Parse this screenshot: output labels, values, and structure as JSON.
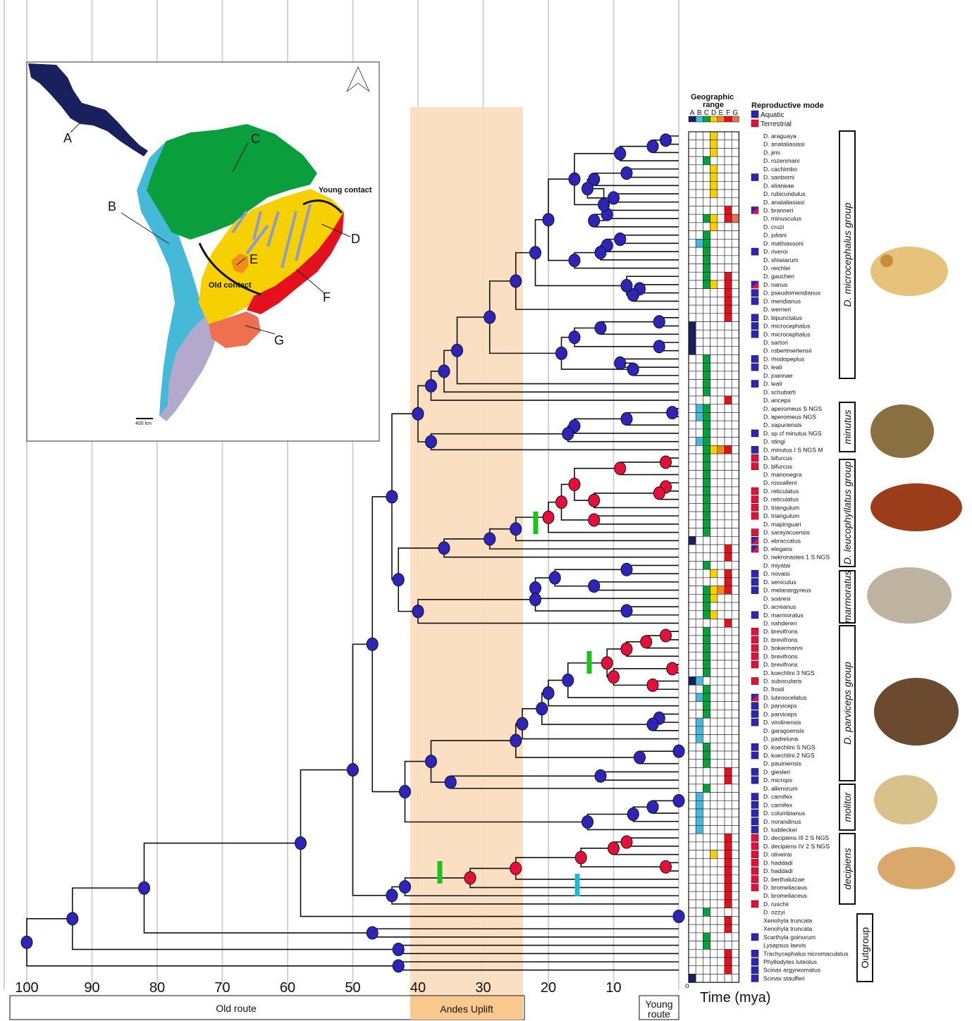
{
  "time_axis": {
    "ticks": [
      "100",
      "90",
      "80",
      "70",
      "60",
      "50",
      "40",
      "30",
      "20",
      "10",
      "0"
    ],
    "title": "Time (mya)"
  },
  "periods": {
    "old_route": "Old route",
    "andes": "Andes Uplift",
    "young_route": "Young route"
  },
  "map": {
    "regions": [
      "A",
      "B",
      "C",
      "D",
      "E",
      "F",
      "G"
    ],
    "young_contact": "Young contact",
    "old_contact": "Old contact",
    "scale": "400 km",
    "colors": {
      "A": "#1a1f5e",
      "B": "#46b8d8",
      "C": "#0a9e3c",
      "D": "#f7d000",
      "E": "#f08c1c",
      "F": "#e3101e",
      "G": "#ef7050",
      "H": "#b3a9cd"
    }
  },
  "legend": {
    "geo_title": "Geographic range",
    "geo_letters": [
      "A",
      "B",
      "C",
      "D",
      "E",
      "F",
      "G"
    ],
    "repro_title": "Reproductive mode",
    "aquatic": "Aquatic",
    "terrestrial": "Terrestrial",
    "aquatic_color": "#2f24b8",
    "terrestrial_color": "#e4103a"
  },
  "clades": [
    {
      "name": "D. microcephalus group"
    },
    {
      "name": "minutus"
    },
    {
      "name": "D. leucophyllatus group"
    },
    {
      "name": "marmoratus"
    },
    {
      "name": "D. parviceps group"
    },
    {
      "name": "molitor"
    },
    {
      "name": "decipiens"
    },
    {
      "name": "Outgroup"
    }
  ],
  "taxa": [
    {
      "name": "D. araguaya",
      "geo": "D",
      "rep": ""
    },
    {
      "name": "D. anataliasiasi",
      "geo": "D",
      "rep": ""
    },
    {
      "name": "D. jimi",
      "geo": "D",
      "rep": ""
    },
    {
      "name": "D. rozenmani",
      "geo": "C",
      "rep": ""
    },
    {
      "name": "D. cachimbo",
      "geo": "D",
      "rep": ""
    },
    {
      "name": "D. sanborni",
      "geo": "D",
      "rep": "aq"
    },
    {
      "name": "D. elianeae",
      "geo": "D",
      "rep": ""
    },
    {
      "name": "D. rubicundulus",
      "geo": "D",
      "rep": ""
    },
    {
      "name": "D. anataliasiasi",
      "geo": "",
      "rep": ""
    },
    {
      "name": "D. branneri",
      "geo": "F",
      "rep": "both"
    },
    {
      "name": "D. minusculus",
      "geo": "CDFG",
      "rep": ""
    },
    {
      "name": "D. cruzi",
      "geo": "D",
      "rep": ""
    },
    {
      "name": "D. juliani",
      "geo": "C",
      "rep": ""
    },
    {
      "name": "D. mathiassoni",
      "geo": "BC",
      "rep": ""
    },
    {
      "name": "D. riveroi",
      "geo": "C",
      "rep": "aq"
    },
    {
      "name": "D. shiwiarum",
      "geo": "C",
      "rep": ""
    },
    {
      "name": "D. reichlei",
      "geo": "C",
      "rep": ""
    },
    {
      "name": "D. gaucheri",
      "geo": "CF",
      "rep": ""
    },
    {
      "name": "D. nanus",
      "geo": "CDF",
      "rep": "both"
    },
    {
      "name": "D. pseudomeridianus",
      "geo": "F",
      "rep": "aq"
    },
    {
      "name": "D. meridianus",
      "geo": "F",
      "rep": "aq"
    },
    {
      "name": "D. werneri",
      "geo": "F",
      "rep": ""
    },
    {
      "name": "D. bipunctatus",
      "geo": "F",
      "rep": "aq"
    },
    {
      "name": "D. microcephalus",
      "geo": "A",
      "rep": "aq"
    },
    {
      "name": "D. microcephalus",
      "geo": "A",
      "rep": "aq"
    },
    {
      "name": "D. sartori",
      "geo": "A",
      "rep": ""
    },
    {
      "name": "D. robertmertensii",
      "geo": "A",
      "rep": ""
    },
    {
      "name": "D. rhodopeplus",
      "geo": "C",
      "rep": "aq"
    },
    {
      "name": "D. leali",
      "geo": "C",
      "rep": "aq"
    },
    {
      "name": "D. joannae",
      "geo": "C",
      "rep": ""
    },
    {
      "name": "D. leali",
      "geo": "C",
      "rep": "aq"
    },
    {
      "name": "D. schubarti",
      "geo": "C",
      "rep": ""
    },
    {
      "name": "D. anceps",
      "geo": "F",
      "rep": ""
    },
    {
      "name": "D. aperomeus S NGS",
      "geo": "BC",
      "rep": ""
    },
    {
      "name": "D. aperomeus NGS",
      "geo": "BC",
      "rep": ""
    },
    {
      "name": "D. xapuriensis",
      "geo": "C",
      "rep": ""
    },
    {
      "name": "D. sp cf minutus NGS",
      "geo": "C",
      "rep": "aq"
    },
    {
      "name": "D. stingi",
      "geo": "BC",
      "rep": ""
    },
    {
      "name": "D. minutus I S NGS M",
      "geo": "CDEF",
      "rep": "aq"
    },
    {
      "name": "D. bifurcus",
      "geo": "C",
      "rep": "te"
    },
    {
      "name": "D. bifurcus",
      "geo": "C",
      "rep": "te"
    },
    {
      "name": "D. manonegra",
      "geo": "C",
      "rep": ""
    },
    {
      "name": "D. rossalleni",
      "geo": "C",
      "rep": ""
    },
    {
      "name": "D. reticulatus",
      "geo": "C",
      "rep": "te"
    },
    {
      "name": "D. reticulatus",
      "geo": "C",
      "rep": "te"
    },
    {
      "name": "D. triangulum",
      "geo": "C",
      "rep": "te"
    },
    {
      "name": "D. triangulum",
      "geo": "C",
      "rep": "te"
    },
    {
      "name": "D. mapinguari",
      "geo": "C",
      "rep": ""
    },
    {
      "name": "D. sarayacuensis",
      "geo": "C",
      "rep": "te"
    },
    {
      "name": "D. ebraccatus",
      "geo": "A",
      "rep": "both"
    },
    {
      "name": "D. elegans",
      "geo": "F",
      "rep": "both"
    },
    {
      "name": "D. nekronastes 1 S NGS",
      "geo": "F",
      "rep": ""
    },
    {
      "name": "D. miyatai",
      "geo": "C",
      "rep": ""
    },
    {
      "name": "D. novaisi",
      "geo": "DF",
      "rep": "aq"
    },
    {
      "name": "D. seniculus",
      "geo": "F",
      "rep": "aq"
    },
    {
      "name": "D. melanargyreus",
      "geo": "CDEF",
      "rep": "aq"
    },
    {
      "name": "D. soaresi",
      "geo": "CD",
      "rep": ""
    },
    {
      "name": "D. acreanus",
      "geo": "C",
      "rep": ""
    },
    {
      "name": "D. marmoratus",
      "geo": "CD",
      "rep": "aq"
    },
    {
      "name": "D. nahdereri",
      "geo": "F",
      "rep": ""
    },
    {
      "name": "D. brevifrons",
      "geo": "C",
      "rep": "te"
    },
    {
      "name": "D. brevifrons",
      "geo": "C",
      "rep": "te"
    },
    {
      "name": "D. bokermanni",
      "geo": "C",
      "rep": "te"
    },
    {
      "name": "D. brevifrons",
      "geo": "C",
      "rep": "te"
    },
    {
      "name": "D. brevifrons",
      "geo": "C",
      "rep": "te"
    },
    {
      "name": "D. koechlini 3 NGS",
      "geo": "C",
      "rep": ""
    },
    {
      "name": "D. subocularis",
      "geo": "AB",
      "rep": "te"
    },
    {
      "name": "D. frosti",
      "geo": "C",
      "rep": ""
    },
    {
      "name": "D. luteoocelatus",
      "geo": "BC",
      "rep": "both"
    },
    {
      "name": "D. parviceps",
      "geo": "C",
      "rep": "aq"
    },
    {
      "name": "D. parviceps",
      "geo": "C",
      "rep": "aq"
    },
    {
      "name": "D. virolinensis",
      "geo": "B",
      "rep": "aq"
    },
    {
      "name": "D. garagoensis",
      "geo": "B",
      "rep": ""
    },
    {
      "name": "D. padreluna",
      "geo": "B",
      "rep": ""
    },
    {
      "name": "D. koechlini S NGS",
      "geo": "C",
      "rep": "aq"
    },
    {
      "name": "D. koechlini 2 NGS",
      "geo": "C",
      "rep": "aq"
    },
    {
      "name": "D. pauiniensis",
      "geo": "C",
      "rep": ""
    },
    {
      "name": "D. giesleri",
      "geo": "F",
      "rep": "aq"
    },
    {
      "name": "D. microps",
      "geo": "F",
      "rep": "aq"
    },
    {
      "name": "D. allenorum",
      "geo": "C",
      "rep": ""
    },
    {
      "name": "D. carnifex",
      "geo": "B",
      "rep": "aq"
    },
    {
      "name": "D. carnifex",
      "geo": "B",
      "rep": "aq"
    },
    {
      "name": "D. columbianus",
      "geo": "B",
      "rep": "aq"
    },
    {
      "name": "D. norandinus",
      "geo": "B",
      "rep": "aq"
    },
    {
      "name": "D. luddeckei",
      "geo": "B",
      "rep": "aq"
    },
    {
      "name": "D. decipiens III 2 S NGS",
      "geo": "F",
      "rep": "te"
    },
    {
      "name": "D. decipiens IV 2 S NGS",
      "geo": "F",
      "rep": "te"
    },
    {
      "name": "D. oliveirai",
      "geo": "DF",
      "rep": "te"
    },
    {
      "name": "D. haddadi",
      "geo": "F",
      "rep": "te"
    },
    {
      "name": "D. haddadi",
      "geo": "F",
      "rep": "te"
    },
    {
      "name": "D. berthalutzae",
      "geo": "F",
      "rep": "te"
    },
    {
      "name": "D. bromeliaceus",
      "geo": "F",
      "rep": "te"
    },
    {
      "name": "D. bromeliaceus",
      "geo": "F",
      "rep": ""
    },
    {
      "name": "D. ruschii",
      "geo": "F",
      "rep": "te"
    },
    {
      "name": "D. ozzyi",
      "geo": "C",
      "rep": ""
    },
    {
      "name": "Xenohyla truncata",
      "geo": "F",
      "rep": ""
    },
    {
      "name": "Xenohyla truncata",
      "geo": "F",
      "rep": ""
    },
    {
      "name": "Scarthyla goinorum",
      "geo": "C",
      "rep": "aq"
    },
    {
      "name": "Lysapsus laevis",
      "geo": "C",
      "rep": ""
    },
    {
      "name": "Trachycephalus nicromaculatus",
      "geo": "F",
      "rep": "aq"
    },
    {
      "name": "Phyllodytes luteolus",
      "geo": "F",
      "rep": "aq"
    },
    {
      "name": "Scinax argyreornatus",
      "geo": "F",
      "rep": "aq"
    },
    {
      "name": "Scinax staufferi",
      "geo": "A",
      "rep": "aq"
    }
  ]
}
